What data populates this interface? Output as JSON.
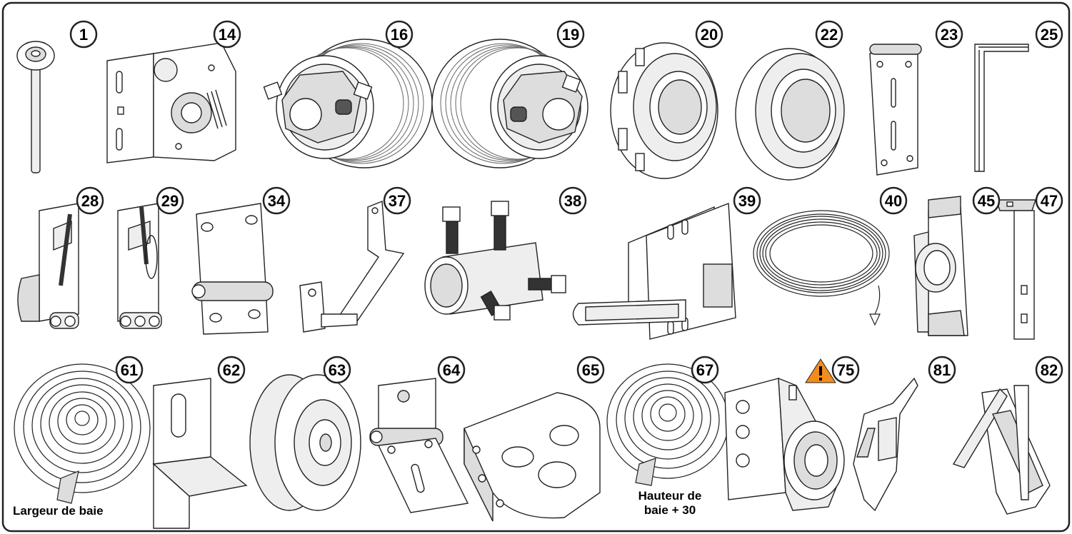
{
  "diagram": {
    "frame": "parts-sheet",
    "colors": {
      "stroke": "#222222",
      "fill": "#ffffff",
      "shade": "#cfcfcf",
      "dark": "#555555",
      "warning": "#f28c1b"
    },
    "parts": [
      {
        "id": "1",
        "label": "1",
        "icon": "roller-icon"
      },
      {
        "id": "14",
        "label": "14",
        "icon": "spring-bracket-icon"
      },
      {
        "id": "16",
        "label": "16",
        "icon": "cable-drum-left-icon"
      },
      {
        "id": "19",
        "label": "19",
        "icon": "cable-drum-right-icon"
      },
      {
        "id": "20",
        "label": "20",
        "icon": "bearing-cap-ribbed-icon"
      },
      {
        "id": "22",
        "label": "22",
        "icon": "bearing-cap-icon"
      },
      {
        "id": "23",
        "label": "23",
        "icon": "hinge-plate-icon"
      },
      {
        "id": "25",
        "label": "25",
        "icon": "angle-rod-icon"
      },
      {
        "id": "28",
        "label": "28",
        "icon": "bottom-bracket-left-icon"
      },
      {
        "id": "29",
        "label": "29",
        "icon": "bottom-bracket-right-icon"
      },
      {
        "id": "34",
        "label": "34",
        "icon": "hinge-icon"
      },
      {
        "id": "37",
        "label": "37",
        "icon": "support-arm-icon"
      },
      {
        "id": "38",
        "label": "38",
        "icon": "coupler-icon"
      },
      {
        "id": "39",
        "label": "39",
        "icon": "latch-bolt-icon"
      },
      {
        "id": "40",
        "label": "40",
        "icon": "cable-coil-icon"
      },
      {
        "id": "45",
        "label": "45",
        "icon": "bearing-bracket-icon"
      },
      {
        "id": "47",
        "label": "47",
        "icon": "strap-bracket-icon"
      },
      {
        "id": "61",
        "label": "61",
        "icon": "seal-roll-icon"
      },
      {
        "id": "62",
        "label": "62",
        "icon": "angle-bracket-icon"
      },
      {
        "id": "63",
        "label": "63",
        "icon": "wheel-icon"
      },
      {
        "id": "64",
        "label": "64",
        "icon": "angled-hinge-icon"
      },
      {
        "id": "65",
        "label": "65",
        "icon": "curved-bracket-icon"
      },
      {
        "id": "67",
        "label": "67",
        "icon": "seal-roll-icon"
      },
      {
        "id": "75",
        "label": "75",
        "icon": "bracket-bearing-icon",
        "warning": true
      },
      {
        "id": "81",
        "label": "81",
        "icon": "end-cap-icon"
      },
      {
        "id": "82",
        "label": "82",
        "icon": "end-cap-large-icon"
      }
    ],
    "captions": {
      "width_caption": "Largeur de baie",
      "height_caption_line1": "Hauteur de",
      "height_caption_line2": "baie + 30"
    },
    "warning_icon": "warning-triangle-icon"
  }
}
